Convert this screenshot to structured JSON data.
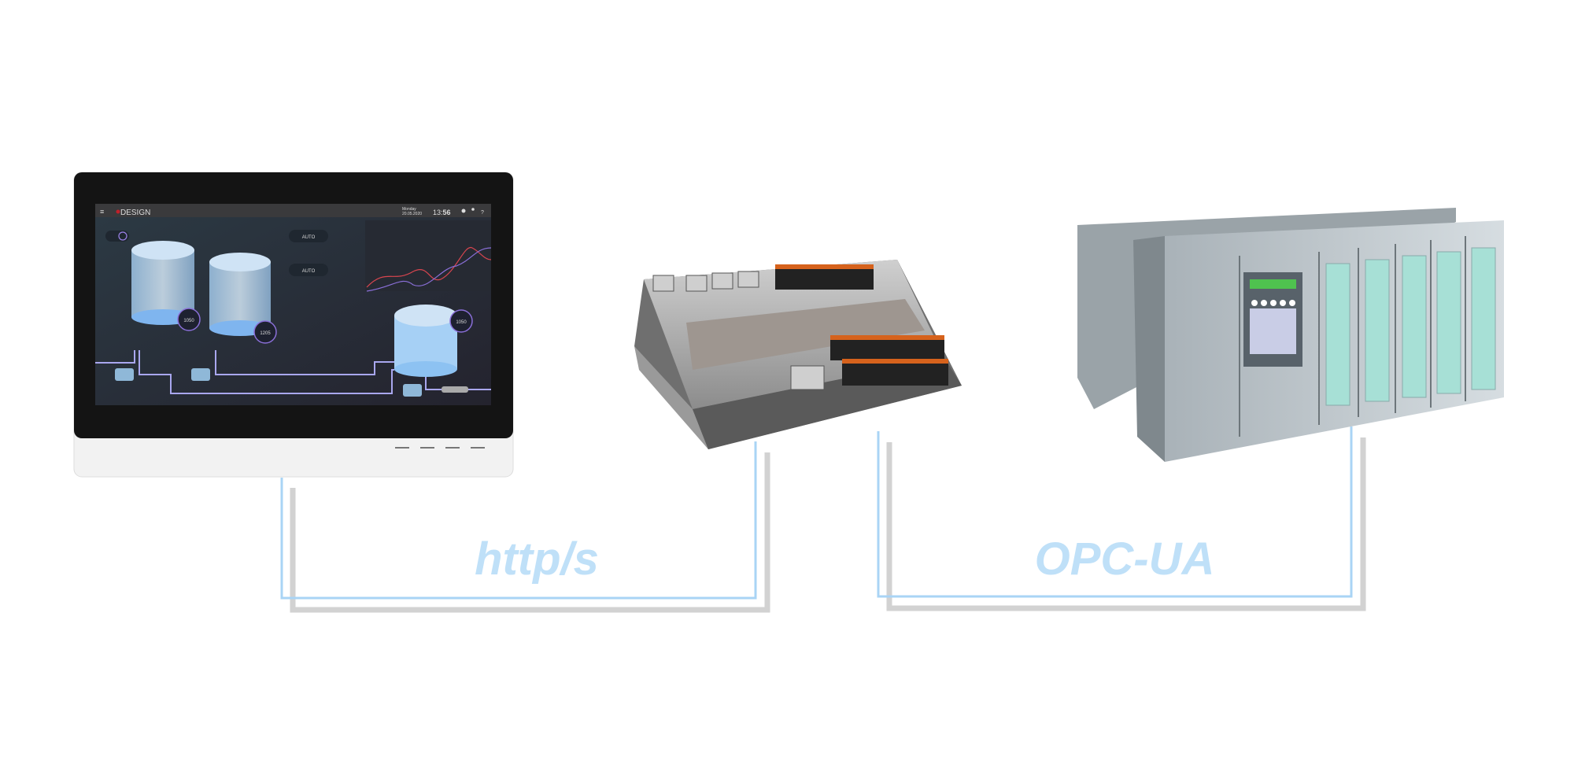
{
  "diagram": {
    "connections": [
      {
        "label": "http/s",
        "from": "HMI panel",
        "to": "edge controller"
      },
      {
        "label": "OPC-UA",
        "from": "edge controller",
        "to": "PLC"
      }
    ],
    "colors": {
      "link": "#a9d4f5",
      "link_text": "#bfe0f8",
      "accent": "#8a6fd8",
      "alarm": "#e0454f"
    }
  },
  "hmi": {
    "brand": "DESIGN",
    "day": "Monday",
    "date": "20.05.2020",
    "time_h": "13:",
    "time_m": "56",
    "help": "?",
    "mode_buttons": [
      "AUTO",
      "AUTO"
    ],
    "tank_values": [
      "1050",
      "1205",
      "1050"
    ]
  }
}
